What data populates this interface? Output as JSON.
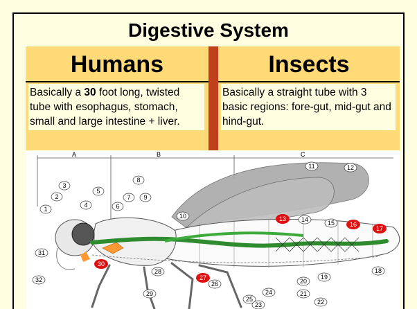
{
  "slide": {
    "title": "Digestive System",
    "left": {
      "heading": "Humans",
      "text_before": "Basically a ",
      "text_bold": "30",
      "text_after": " foot long, twisted tube with esophagus, stomach, small and large intestine  +  liver."
    },
    "right": {
      "heading": "Insects",
      "text": "Basically a straight tube with 3 basic regions:  fore-gut, mid-gut and hind-gut."
    },
    "diagram": {
      "section_labels": [
        "A",
        "B",
        "C"
      ],
      "numbers": [
        "1",
        "2",
        "3",
        "4",
        "5",
        "6",
        "7",
        "8",
        "9",
        "10",
        "11",
        "12",
        "13",
        "14",
        "15",
        "16",
        "17",
        "18",
        "19",
        "20",
        "21",
        "22",
        "23",
        "24",
        "25",
        "26",
        "27",
        "28",
        "29",
        "30",
        "31",
        "32"
      ],
      "red_numbers": [
        "13",
        "16",
        "17",
        "27",
        "30"
      ]
    }
  },
  "colors": {
    "background": "#fefee0",
    "panel": "#ffda77",
    "divider": "#c0401c",
    "gut_green": "#2e8b2e",
    "highlight_red": "#dd1111"
  }
}
